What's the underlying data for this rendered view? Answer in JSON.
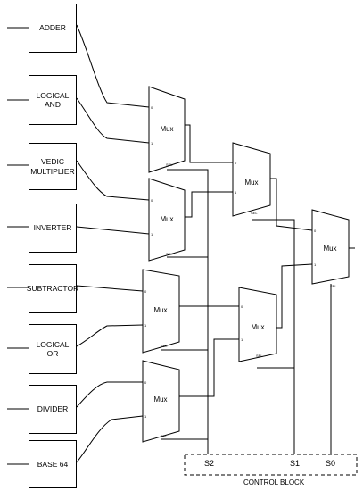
{
  "blocks": [
    {
      "id": "adder",
      "label": "ADDER"
    },
    {
      "id": "logical-and",
      "label": "LOGICAL\nAND"
    },
    {
      "id": "vedic-multiplier",
      "label": "VEDIC\nMULTIPLIER"
    },
    {
      "id": "inverter",
      "label": "INVERTER"
    },
    {
      "id": "subtractor",
      "label": "SUBTRACTOR"
    },
    {
      "id": "logical-or",
      "label": "LOGICAL\nOR"
    },
    {
      "id": "divider",
      "label": "DIVIDER"
    },
    {
      "id": "base-64",
      "label": "BASE 64"
    }
  ],
  "mux": {
    "label": "Mux",
    "input0": "0",
    "input1": "1",
    "select_tag": "SEL"
  },
  "select_lines": {
    "s2": "S2",
    "s1": "S1",
    "s0": "S0"
  },
  "control_block": {
    "label": "CONTROL BLOCK"
  }
}
